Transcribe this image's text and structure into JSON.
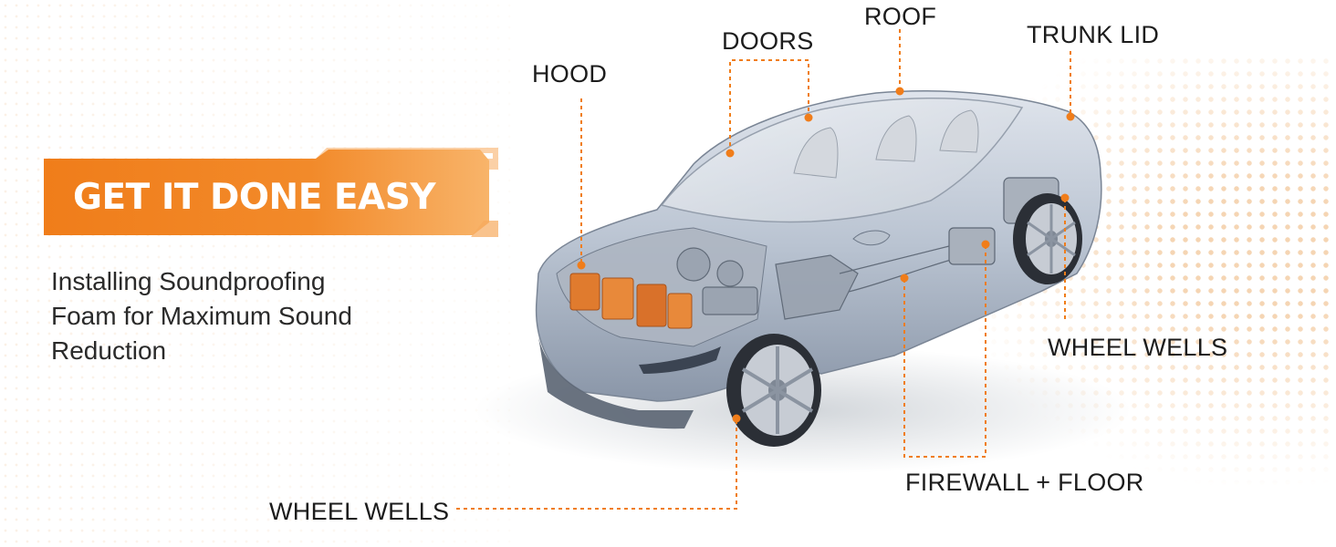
{
  "colors": {
    "accent": "#f07d1a",
    "accent_light": "#f8b46a",
    "text": "#1c1c1c",
    "car_body": "#c4ccd8",
    "engine_parts": "#e07b2e"
  },
  "banner": {
    "title": "GET IT DONE EASY"
  },
  "subtitle": {
    "line1": "Installing Soundproofing",
    "line2": "Foam for Maximum Sound",
    "line3": "Reduction"
  },
  "callouts": {
    "hood": "HOOD",
    "doors": "DOORS",
    "roof": "ROOF",
    "trunk_lid": "TRUNK LID",
    "wheel_wells_rear": "WHEEL WELLS",
    "wheel_wells_front": "WHEEL WELLS",
    "firewall_floor": "FIREWALL + FLOOR"
  },
  "illustration": {
    "subject": "cutaway sedan car",
    "icon": "car-cutaway-icon"
  }
}
